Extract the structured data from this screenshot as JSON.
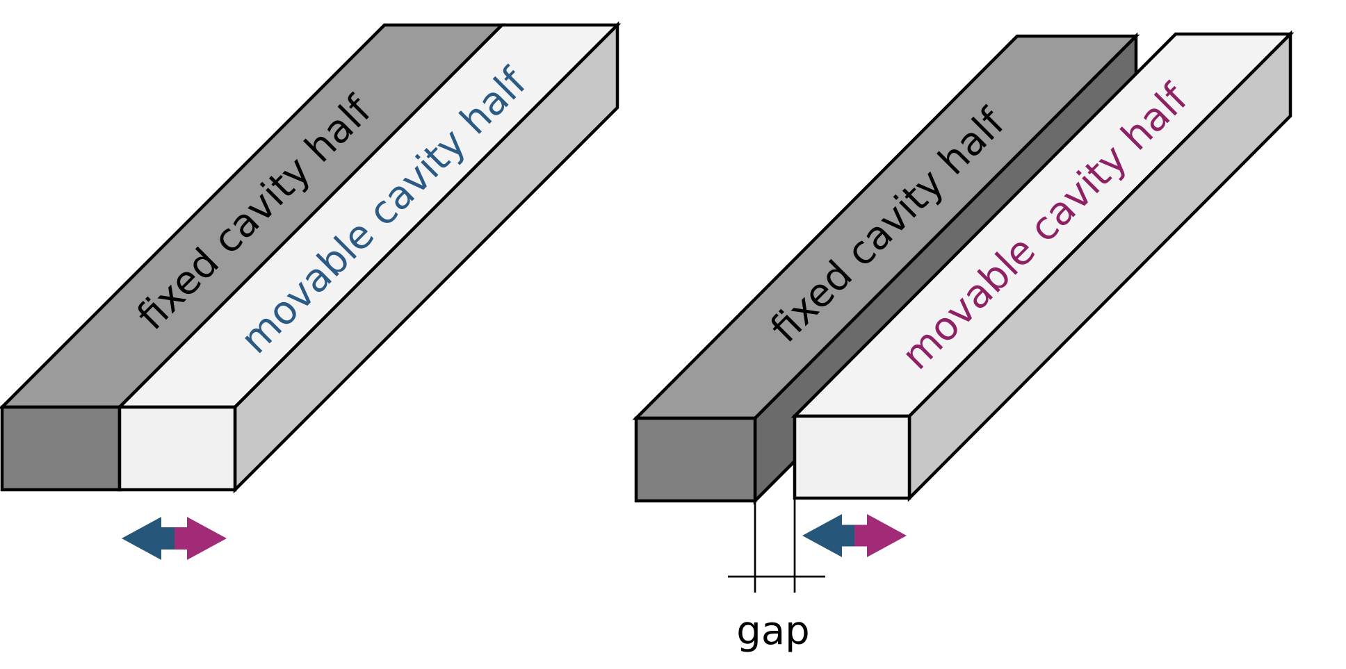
{
  "diagram": {
    "description": "Two oblique 3D illustrations of extrusion cavity halves: left shows the two halves closed (touching), right shows them separated by a gap with a dimension callout.",
    "left_figure": {
      "name": "closed cavity halves",
      "fixed_label": "fixed cavity half",
      "movable_label": "movable cavity half"
    },
    "right_figure": {
      "name": "opened cavity halves with gap",
      "fixed_label": "fixed cavity half",
      "movable_label": "movable cavity half",
      "gap_label": "gap"
    },
    "colors": {
      "background": "#FFFFFF",
      "fixed_top": "#9B9B9B",
      "fixed_front": "#808080",
      "fixed_side_dark": "#6B6B6B",
      "movable_top": "#F3F3F3",
      "movable_front": "#F1F1F1",
      "movable_side": "#C7C7C7",
      "outline": "#000000",
      "fixed_label_color": "#000000",
      "movable_label_blue": "#2B5A84",
      "movable_label_magenta": "#8E2164",
      "arrow_blue": "#27567B",
      "arrow_magenta": "#A12B76",
      "gap_label_color": "#000000"
    }
  }
}
